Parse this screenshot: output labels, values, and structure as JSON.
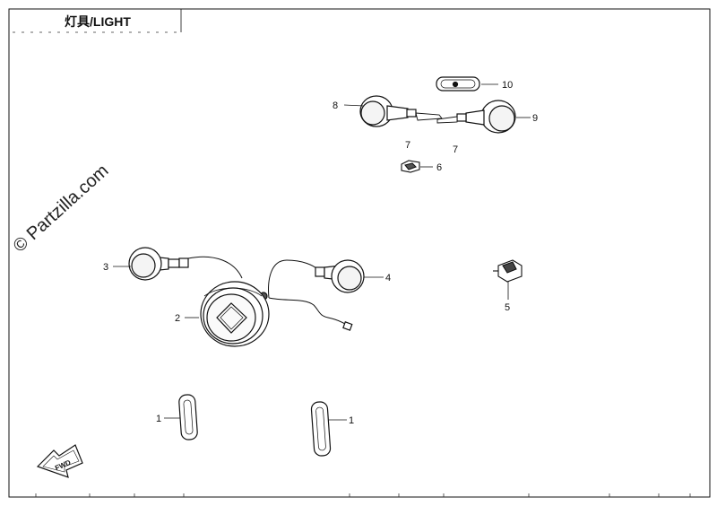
{
  "header": {
    "title": "灯具/LIGHT"
  },
  "watermark": {
    "text": "© Partzilla.com"
  },
  "callouts": [
    "1",
    "1",
    "2",
    "3",
    "4",
    "5",
    "6",
    "7",
    "7",
    "8",
    "9",
    "10"
  ],
  "arrow": {
    "label": "FWD"
  },
  "colors": {
    "line": "#111111",
    "paper": "#ffffff"
  }
}
